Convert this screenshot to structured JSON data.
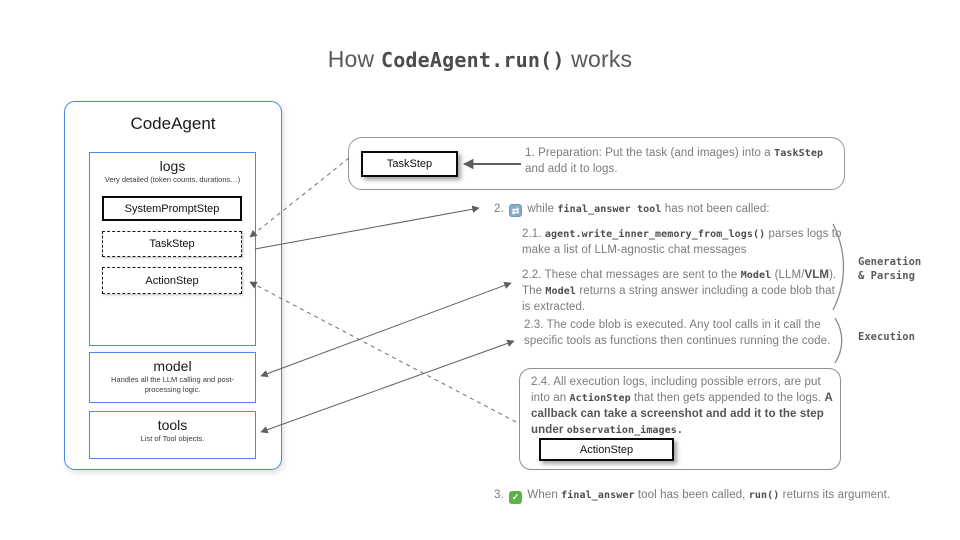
{
  "title": {
    "pre": "How ",
    "code": "CodeAgent.run()",
    "post": " works"
  },
  "agent": {
    "title": "CodeAgent",
    "logs": {
      "title": "logs",
      "subtitle": "Very detailed (token counts, durations…)",
      "steps": [
        {
          "label": "SystemPromptStep"
        },
        {
          "label": "TaskStep"
        },
        {
          "label": "ActionStep"
        }
      ]
    },
    "model": {
      "title": "model",
      "subtitle": "Handles all the LLM calling and post-processing logic."
    },
    "tools": {
      "title": "tools",
      "subtitle": "List of Tool objects."
    }
  },
  "annotations": {
    "step1": {
      "chip": "TaskStep",
      "num": "1.",
      "a": "  Preparation: Put the task (and images) into a ",
      "code_a": "TaskStep",
      "b": " and add it to logs."
    },
    "step2": {
      "num": "2.",
      "a": "while ",
      "code_a": "final_answer tool",
      "b": " has not been called:"
    },
    "step21": {
      "num": "2.1. ",
      "code_a": "agent.write_inner_memory_from_logs()",
      "a": " parses logs to make a list of LLM-agnostic chat messages"
    },
    "step22": {
      "num": "2.2. ",
      "a": "These chat messages are sent to the ",
      "code_a": "Model",
      "b": " (LLM/",
      "bold_a": "VLM",
      "c": "). The ",
      "code_b": "Model",
      "d": "  returns a string answer including a code blob that is extracted."
    },
    "step23": {
      "num": "2.3. ",
      "a": "The code blob is executed. Any tool calls in it call the specific tools as functions then continues running the code."
    },
    "step24": {
      "num": "2.4. ",
      "a": "All execution logs, including possible errors, are put into an ",
      "code_a": "ActionStep",
      "b": " that then gets appended to the logs. ",
      "bold_a": "A callback can  take a screenshot and add it to the step under ",
      "code_b": "observation_images.",
      "chip": "ActionStep"
    },
    "step3": {
      "num": "3.",
      "a": " When ",
      "code_a": "final_answer",
      "b": " tool has been called, ",
      "code_b": "run()",
      "c": " returns its argument."
    }
  },
  "side_labels": {
    "generation_1": "Generation",
    "generation_2": "& Parsing",
    "execution": "Execution"
  },
  "icons": {
    "loop": "⇄",
    "check": "✓"
  },
  "colors": {
    "accent_blue": "#4a86e8",
    "body_gray": "#7b7b7b",
    "mono_gray": "#4d4d4d",
    "check_green": "#5fb246",
    "loop_blue": "#86aec9"
  }
}
